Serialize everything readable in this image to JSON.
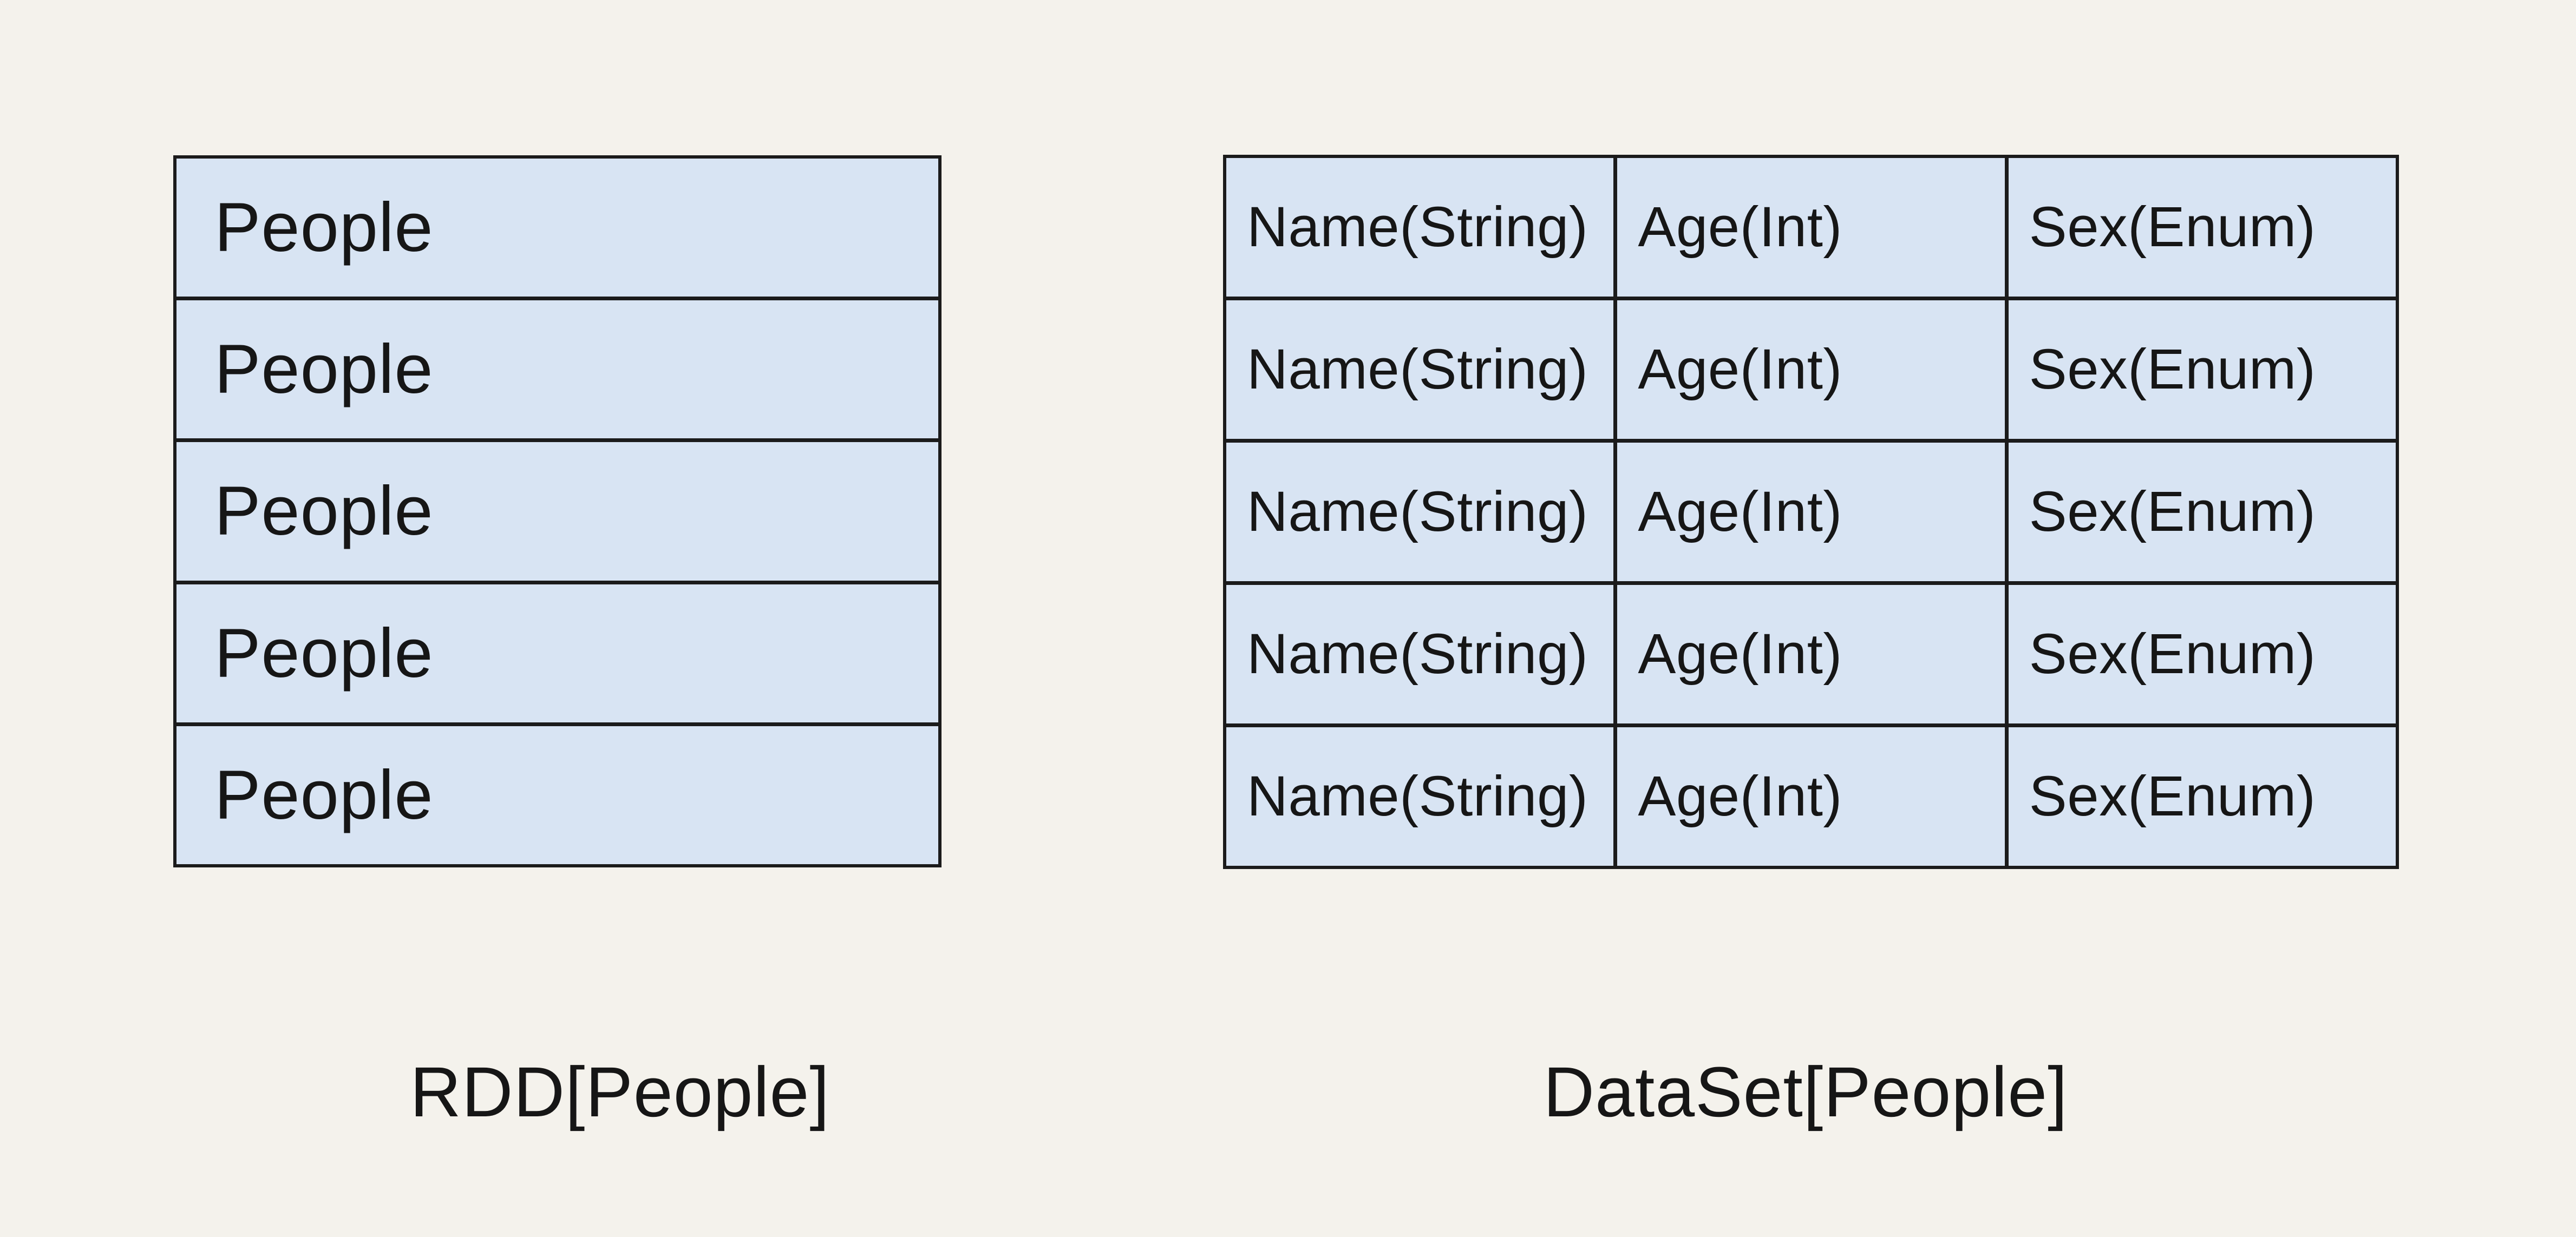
{
  "canvas": {
    "background": "#f4f2ec"
  },
  "colors": {
    "cell_fill": "#d8e4f3",
    "line": "#1b1b1b",
    "text": "#161616"
  },
  "rdd_table": {
    "rows": [
      "People",
      "People",
      "People",
      "People",
      "People"
    ],
    "label": "RDD[People]"
  },
  "dataset_table": {
    "rows": [
      [
        "Name(String)",
        "Age(Int)",
        "Sex(Enum)"
      ],
      [
        "Name(String)",
        "Age(Int)",
        "Sex(Enum)"
      ],
      [
        "Name(String)",
        "Age(Int)",
        "Sex(Enum)"
      ],
      [
        "Name(String)",
        "Age(Int)",
        "Sex(Enum)"
      ],
      [
        "Name(String)",
        "Age(Int)",
        "Sex(Enum)"
      ]
    ],
    "label": "DataSet[People]"
  }
}
